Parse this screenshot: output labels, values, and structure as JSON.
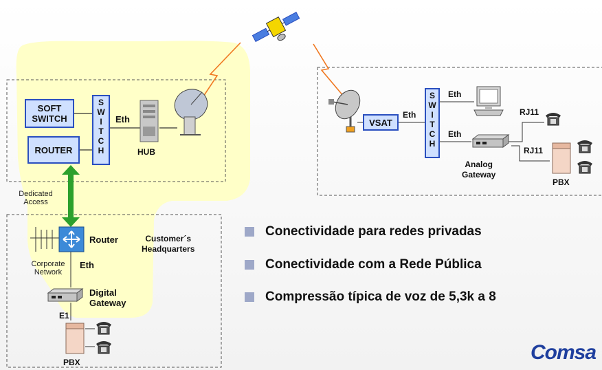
{
  "left": {
    "soft_switch": "SOFT\nSWITCH",
    "router_box": "ROUTER",
    "switch_letters": "S\nW\nI\nT\nC\nH",
    "eth": "Eth",
    "hub": "HUB",
    "dedicated_access": "Dedicated\nAccess",
    "router": "Router",
    "customers_hq": "Customer´s\nHeadquarters",
    "corporate_network": "Corporate\nNetwork",
    "eth2": "Eth",
    "digital_gateway": "Digital\nGateway",
    "e1": "E1",
    "pbx": "PBX"
  },
  "right": {
    "vsat": "VSAT",
    "eth_vsat": "Eth",
    "switch_letters": "S\nW\nI\nT\nC\nH",
    "eth_pc": "Eth",
    "eth_gw": "Eth",
    "rj11_top": "RJ11",
    "rj11_bottom": "RJ11",
    "analog_gateway": "Analog\nGateway",
    "pbx": "PBX"
  },
  "bullets": [
    "Conectividade para redes privadas",
    "Conectividade com a Rede Pública",
    "Compressão típica de voz de 5,3k a 8"
  ],
  "logo_text": "Comsa",
  "colors": {
    "hq_fill": "#ffffc8",
    "box_fill": "#cfe0ff",
    "box_border": "#2a4fbf",
    "arrow": "#2ca02c",
    "link": "#f07820",
    "bullet": "#9ea8c8"
  }
}
